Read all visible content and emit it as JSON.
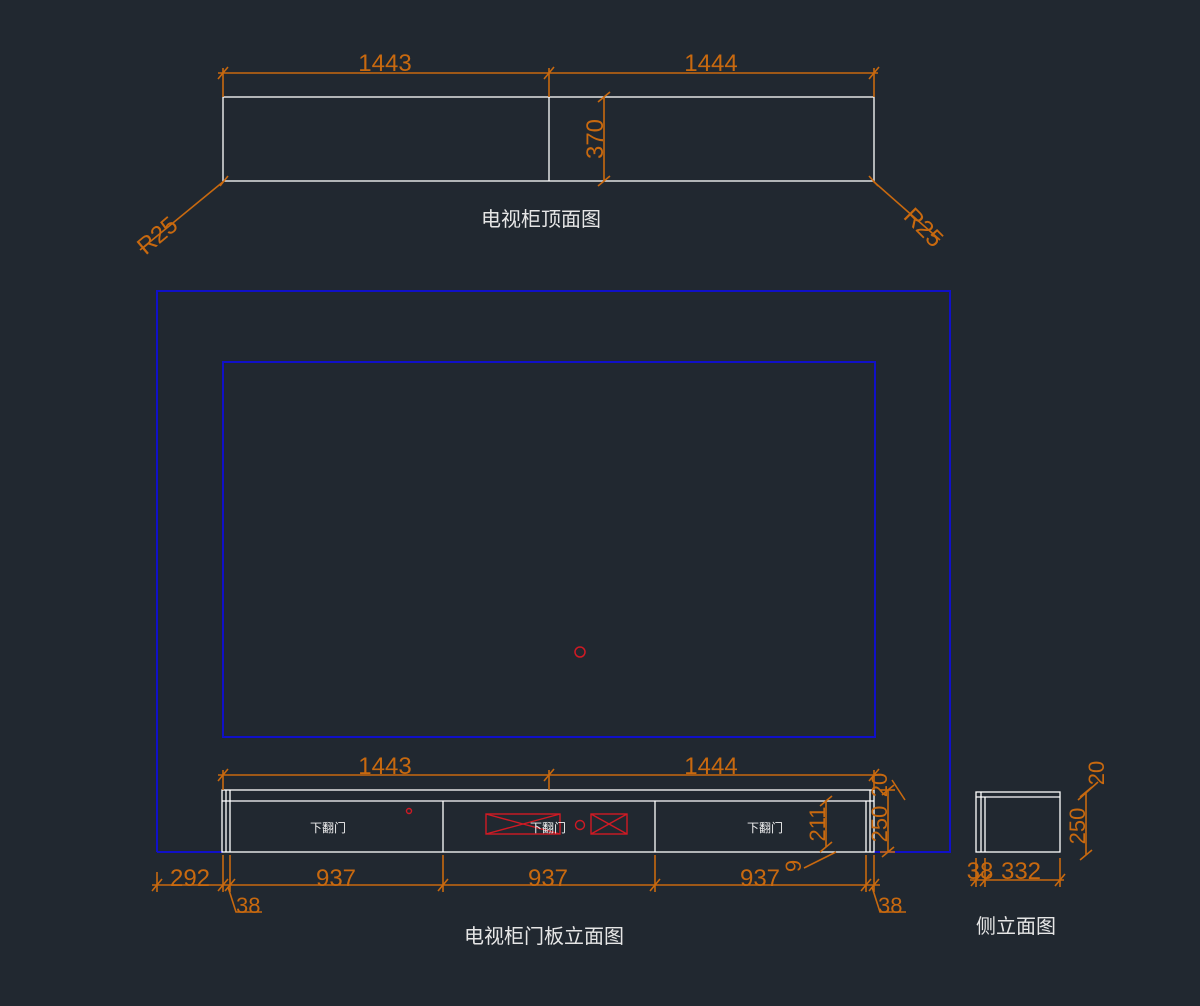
{
  "titles": {
    "top_view": "电视柜顶面图",
    "front_view": "电视柜门板立面图",
    "side_view": "侧立面图"
  },
  "top_view": {
    "width_left": "1443",
    "width_right": "1444",
    "depth": "370",
    "radius_left": "R25",
    "radius_right": "R25"
  },
  "front_view": {
    "width_left": "1443",
    "width_right": "1444",
    "offset_left": "292",
    "side_panel_left": "38",
    "door_1": "937",
    "door_2": "937",
    "door_3": "937",
    "side_panel_right": "38",
    "door_height": "211",
    "base_gap": "9",
    "top_thickness": "20",
    "total_height": "250",
    "door_labels": [
      "下翻门",
      "下翻门",
      "下翻门"
    ]
  },
  "side_view": {
    "top_thickness": "20",
    "height": "250",
    "panel": "38",
    "depth": "332"
  },
  "colors": {
    "background": "#212830",
    "dimension": "#c8690f",
    "outline": "#ffffff",
    "wall": "#1010c8",
    "marker": "#d01a24"
  }
}
